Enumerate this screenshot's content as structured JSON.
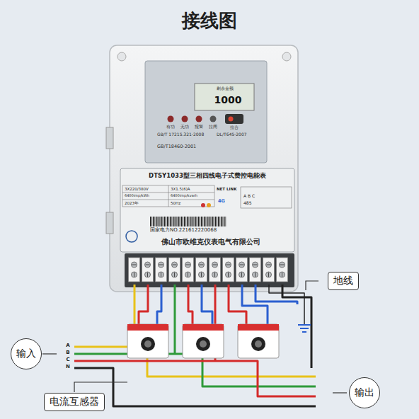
{
  "diagram": {
    "title": "接线图",
    "nodes": [
      {
        "text": [
          "地线"
        ]
      },
      {
        "text": [
          "输入"
        ]
      },
      {
        "text": [
          "电流互感器"
        ]
      },
      {
        "text": [
          "输出"
        ]
      }
    ],
    "labels": [
      "剩余金额",
      "1000",
      "有功",
      "无功",
      "报警",
      "拉闸",
      "拉合",
      "GB/T 17215.321-2008",
      "DL/T645-2007",
      "GB/T18460-2001",
      "DTSY1033型三相四线电子式费控电能表",
      "3X220/380V",
      "3X1.5(6)A",
      "6400imp/kWh",
      "6400imp/kvarh",
      "2023年",
      "50Hz",
      "NET LINK",
      "4G",
      "485",
      "A B C",
      "国家电力NO.221612220068",
      "佛山市欧维克仪表电气有限公司",
      "A",
      "B",
      "C",
      "N"
    ]
  }
}
